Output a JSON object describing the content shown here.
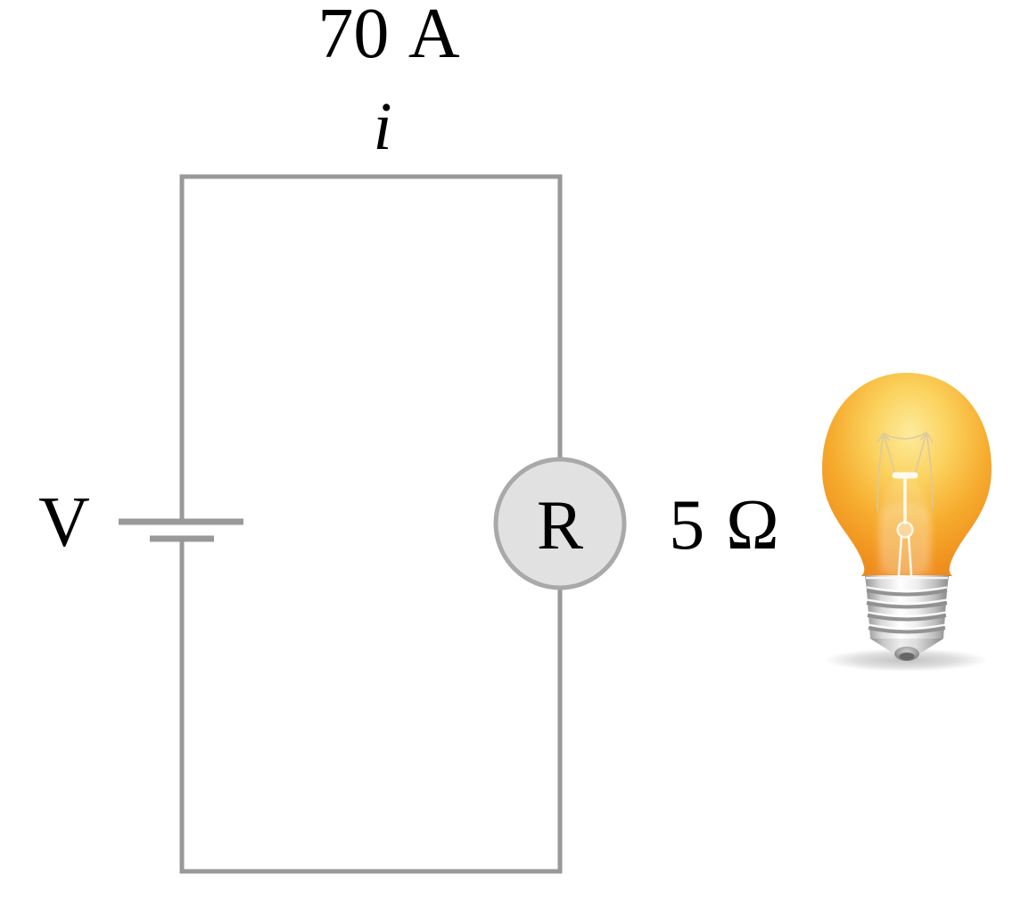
{
  "diagram": {
    "current_value_label": "70 A",
    "current_symbol": "i",
    "source_label": "V",
    "resistor_symbol": "R",
    "resistance_label": "5 Ω"
  },
  "colors": {
    "background": "#ffffff",
    "wire": "#999999",
    "battery_plate": "#999999",
    "resistor_fill": "#e1e1e1",
    "resistor_stroke": "#a9a9a9",
    "label_text": "#000000",
    "bulb_glass_center": "#fdeb9e",
    "bulb_glass_edge": "#ed861a",
    "bulb_base_metal": "#d9d9d9"
  },
  "icons": {
    "battery": "battery-icon",
    "resistor": "resistor-icon",
    "light_bulb": "light-bulb-icon"
  }
}
